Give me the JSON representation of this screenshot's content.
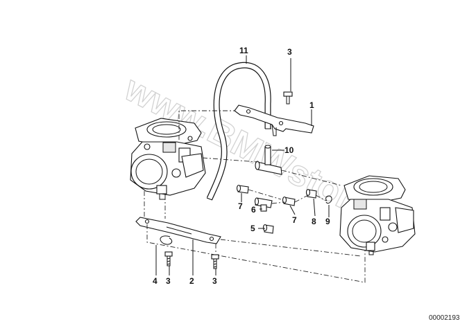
{
  "diagram": {
    "reference_number": "00002193",
    "watermark": "www.BMWstore.pl",
    "callouts": [
      {
        "id": "c11",
        "label": "11"
      },
      {
        "id": "c3top",
        "label": "3"
      },
      {
        "id": "c1",
        "label": "1"
      },
      {
        "id": "c10",
        "label": "10"
      },
      {
        "id": "c7a",
        "label": "7"
      },
      {
        "id": "c6",
        "label": "6"
      },
      {
        "id": "c7b",
        "label": "7"
      },
      {
        "id": "c8",
        "label": "8"
      },
      {
        "id": "c9",
        "label": "9"
      },
      {
        "id": "c5",
        "label": "5"
      },
      {
        "id": "c4",
        "label": "4"
      },
      {
        "id": "c3a",
        "label": "3"
      },
      {
        "id": "c2",
        "label": "2"
      },
      {
        "id": "c3b",
        "label": "3"
      }
    ],
    "parts": [
      {
        "name": "left-throttle-body"
      },
      {
        "name": "right-throttle-body"
      },
      {
        "name": "vacuum-hose"
      },
      {
        "name": "upper-bracket"
      },
      {
        "name": "lower-bracket"
      },
      {
        "name": "t-connector"
      },
      {
        "name": "screws"
      },
      {
        "name": "nozzles"
      },
      {
        "name": "clip"
      }
    ]
  }
}
